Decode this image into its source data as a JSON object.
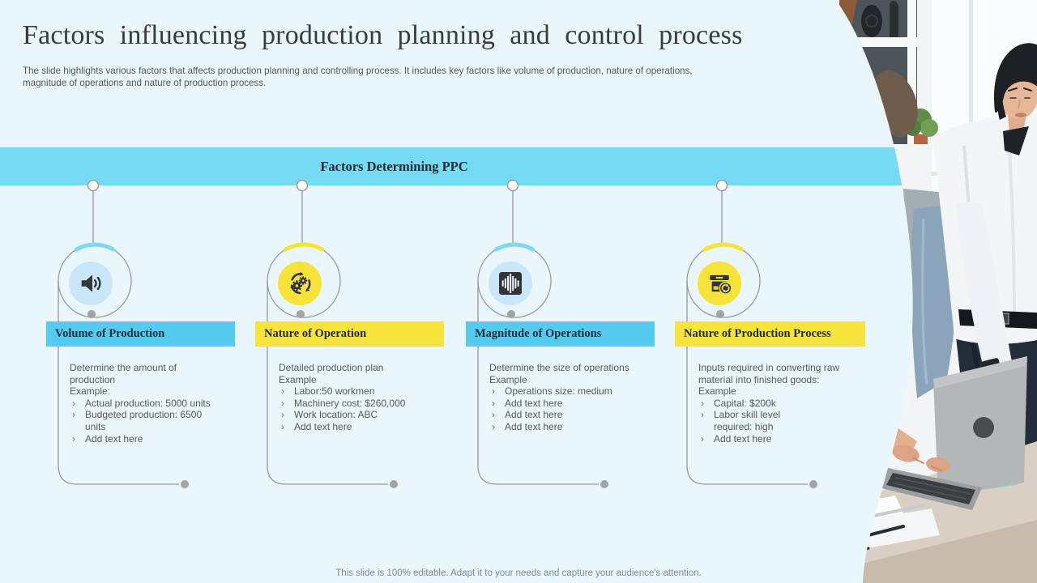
{
  "header": {
    "title": "Factors influencing production planning and control process",
    "subtitle": "The slide highlights various factors that affects production planning and controlling process. It includes key factors like volume of production, nature of operations, magnitude of operations and nature of production process."
  },
  "banner": {
    "title": "Factors Determining PPC"
  },
  "columns": [
    {
      "title": "Volume of Production",
      "accent": "blue",
      "icon": "speaker-icon",
      "intro": [
        "Determine the amount of\nproduction",
        "Example:"
      ],
      "bullets": [
        "Actual production: 5000 units",
        "Budgeted production: 6500\nunits",
        "Add text here"
      ]
    },
    {
      "title": "Nature of Operation",
      "accent": "yellow",
      "icon": "gears-sync-icon",
      "intro": [
        "Detailed production plan",
        "Example"
      ],
      "bullets": [
        "Labor:50 workmen",
        "Machinery cost: $260,000",
        "Work location: ABC",
        "Add text here"
      ]
    },
    {
      "title": "Magnitude of Operations",
      "accent": "blue",
      "icon": "waveform-icon",
      "intro": [
        "Determine the size of operations",
        "Example"
      ],
      "bullets": [
        "Operations size: medium",
        "Add text here",
        "Add text here",
        "Add text here"
      ]
    },
    {
      "title": "Nature of Production Process",
      "accent": "yellow",
      "icon": "box-refresh-icon",
      "intro": [
        "Inputs required in converting raw\nmaterial into finished goods:",
        "Example"
      ],
      "bullets": [
        "Capital: $200k",
        "Labor skill level\nrequired: high",
        "Add text here"
      ]
    }
  ],
  "footer": {
    "note": "This slide is 100% editable. Adapt it to your needs and capture your audience's attention."
  },
  "palette": {
    "page_bg": "#E9F6FB",
    "banner_bg": "#76DAF5",
    "accent_blue": "#55CBEF",
    "accent_yellow": "#F8E33D",
    "icon_bg_blue": "#C9E7F8",
    "icon_glyph": "#33373C",
    "connector_gray": "#9A9A9A",
    "body_text": "#595959",
    "heading_text": "#1D2B36"
  }
}
